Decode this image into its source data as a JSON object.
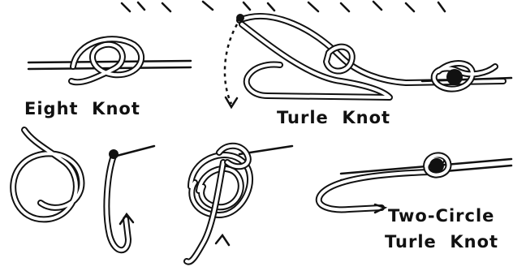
{
  "labels": {
    "eight_knot": "Eight  Knot",
    "turle_knot": "Turle  Knot",
    "two_circle_line1": "Two-Circle",
    "two_circle_line2": "Turle  Knot"
  },
  "colors": {
    "ink": "#111111",
    "background": "#ffffff"
  }
}
